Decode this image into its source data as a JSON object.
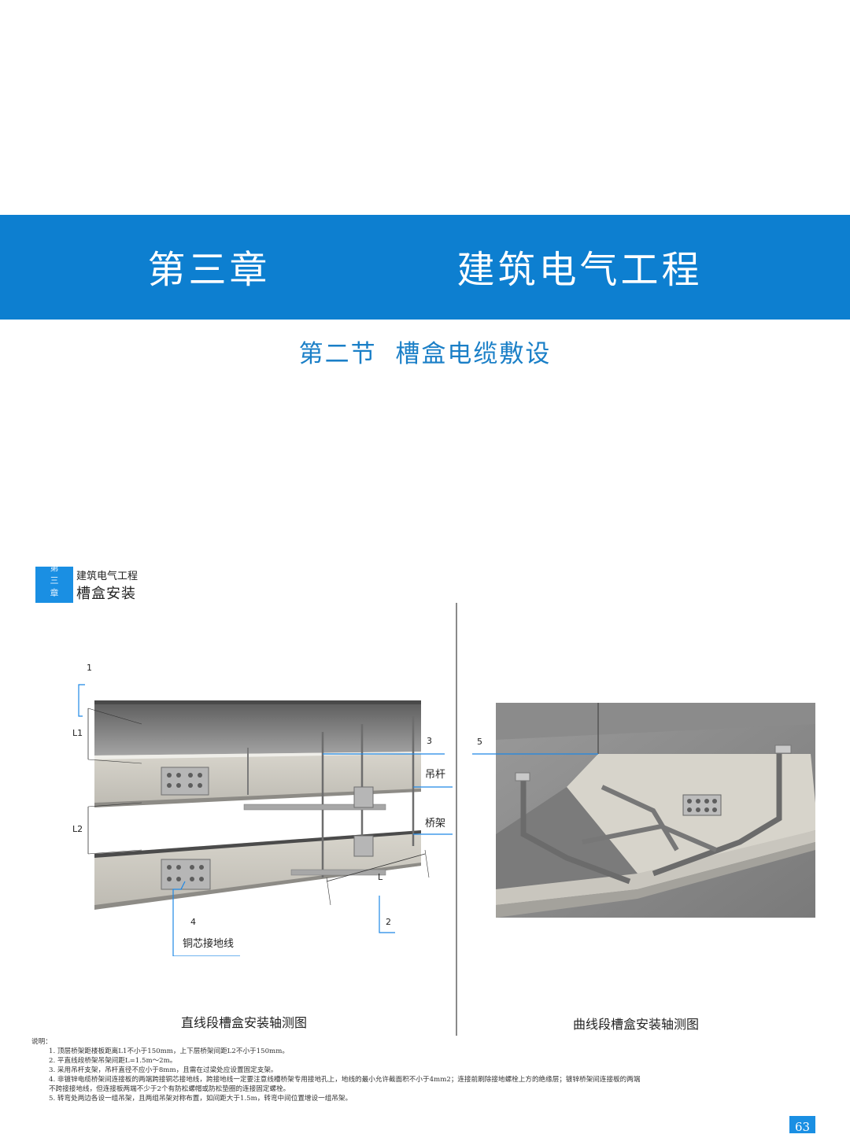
{
  "chapter": {
    "title": "第三章    建筑电气工程"
  },
  "section": {
    "title": "第二节  槽盒电缆敷设"
  },
  "side_tab": {
    "chars": [
      "第",
      "三",
      "章"
    ]
  },
  "sub_heading": {
    "small": "建筑电气工程",
    "large": "槽盒安装"
  },
  "left_figure": {
    "caption": "直线段槽盒安装轴测图",
    "labels": {
      "n1": "1",
      "n2": "2",
      "n3": "3",
      "n4": "4",
      "L1": "L1",
      "L2": "L2",
      "L": "L",
      "hanger": "吊杆",
      "tray": "桥架",
      "ground": "铜芯接地线"
    }
  },
  "right_figure": {
    "caption": "曲线段槽盒安装轴测图",
    "labels": {
      "n5": "5"
    }
  },
  "notes": {
    "heading": "说明：",
    "items": [
      "1. 顶层桥架距楼板距离L1不小于150mm，上下层桥架间距L2不小于150mm。",
      "2. 平直线段桥架吊架间距L=1.5m～2m。",
      "3. 采用吊杆支架，吊杆直径不应小于8mm，且需在过梁处应设置固定支架。",
      "4. 非镀锌电缆桥架间连接板的两端跨接铜芯接地线，跨接地线一定要注意线槽桥架专用接地孔上，地线的最小允许截面积不小于4mm2；连接前刷除接地螺栓上方的绝缘层；镀锌桥架间连接板的两端",
      "   不跨接接地线，但连接板两端不少于2个有防松螺帽或防松垫圈的连接固定螺栓。",
      "5. 转弯处两边各设一组吊架，且两组吊架对称布置，如间距大于1.5m，转弯中间位置增设一组吊架。"
    ]
  },
  "page": {
    "number": "63"
  },
  "colors": {
    "band_blue": "#0d7fd0",
    "section_blue": "#1a7fc7",
    "tab_blue": "#1a8fe3"
  }
}
